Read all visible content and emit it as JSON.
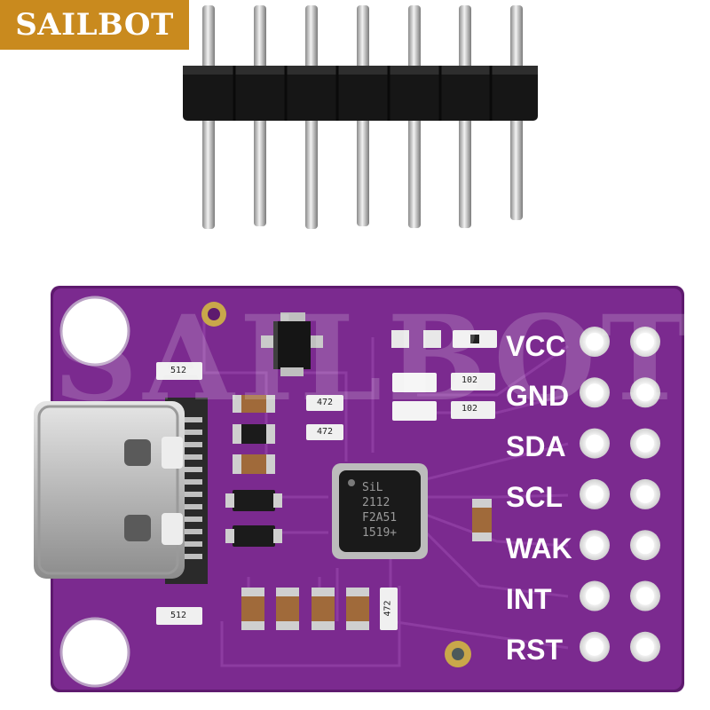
{
  "logo": {
    "text": "SAILBOT"
  },
  "watermark": {
    "text": "SAILBOT"
  },
  "pin_labels": [
    "VCC",
    "GND",
    "SDA",
    "SCL",
    "WAK",
    "INT",
    "RST"
  ],
  "chip_marking": [
    "SiL",
    "2112",
    "F2A51",
    "1519+"
  ],
  "resistor_codes": {
    "r_top_left": "512",
    "r_bottom_left": "512",
    "r_mid_a": "472",
    "r_mid_b": "472",
    "r_led_a": "102",
    "r_led_b": "102",
    "r_bottom": "472"
  },
  "colors": {
    "pcb": "#7b2a8f",
    "pcb_dark": "#5e1a6e",
    "logo_badge": "#c98a1e",
    "header_plastic": "#1a1a1a",
    "pin_metal": "#c8c8c8"
  }
}
